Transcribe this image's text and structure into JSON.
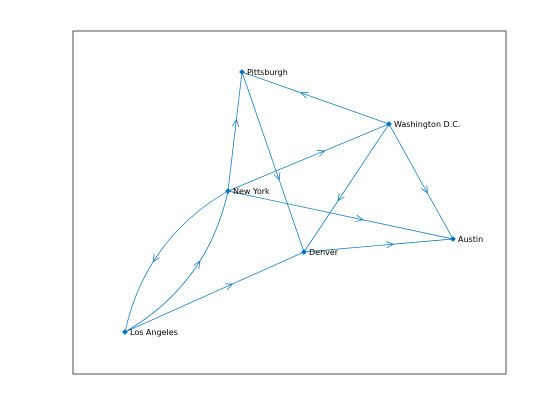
{
  "graph": {
    "type": "directed",
    "colors": {
      "edge": "#0072BD",
      "node": "#0072BD",
      "label": "#000000",
      "axes": "#262626"
    },
    "nodes": [
      {
        "id": "pittsburgh",
        "label": "Pittsburgh"
      },
      {
        "id": "washington",
        "label": "Washington D.C."
      },
      {
        "id": "newyork",
        "label": "New York"
      },
      {
        "id": "austin",
        "label": "Austin"
      },
      {
        "id": "denver",
        "label": "Denver"
      },
      {
        "id": "losangeles",
        "label": "Los Angeles"
      }
    ],
    "edges": [
      {
        "from": "washington",
        "to": "pittsburgh"
      },
      {
        "from": "pittsburgh",
        "to": "denver"
      },
      {
        "from": "newyork",
        "to": "pittsburgh"
      },
      {
        "from": "newyork",
        "to": "washington"
      },
      {
        "from": "newyork",
        "to": "austin"
      },
      {
        "from": "newyork",
        "to": "losangeles"
      },
      {
        "from": "losangeles",
        "to": "newyork"
      },
      {
        "from": "losangeles",
        "to": "denver"
      },
      {
        "from": "washington",
        "to": "denver"
      },
      {
        "from": "washington",
        "to": "austin"
      },
      {
        "from": "denver",
        "to": "austin"
      }
    ]
  }
}
